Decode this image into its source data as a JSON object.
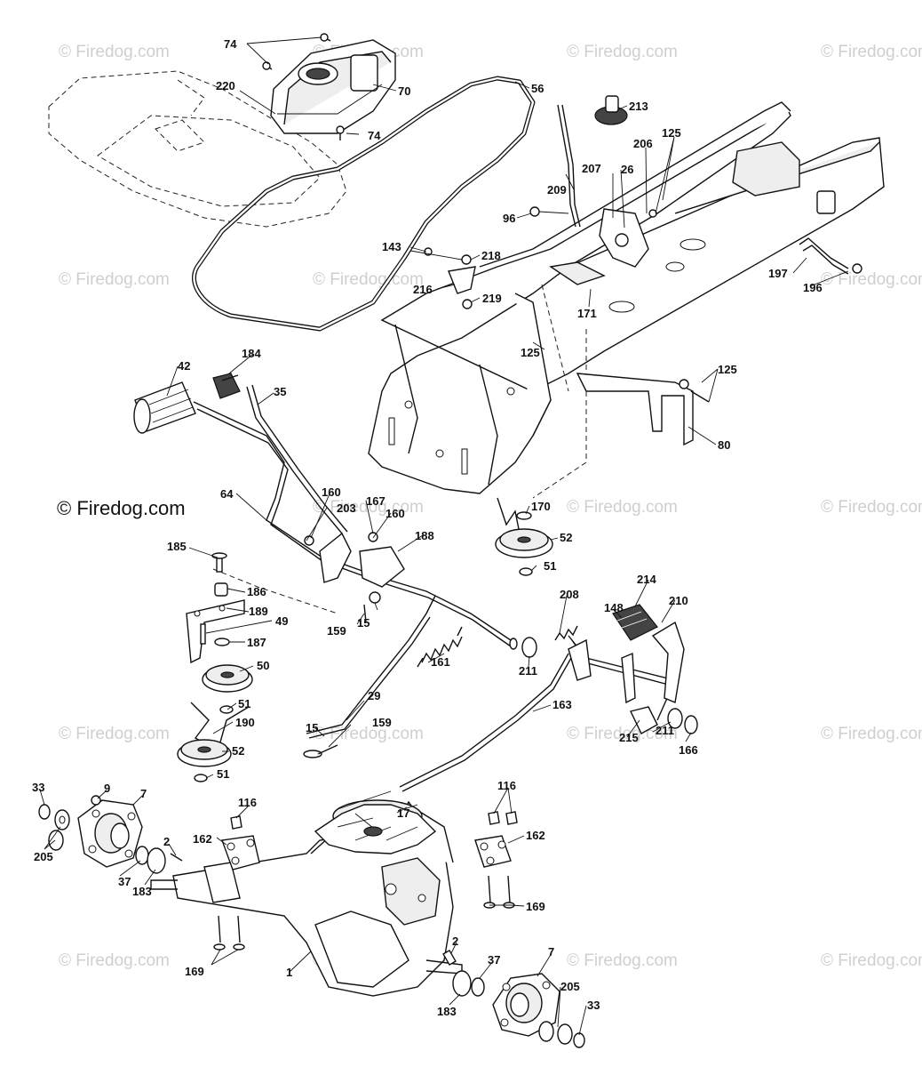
{
  "watermark": {
    "text": "© Firedog.com",
    "main_text": "© Firedog.com"
  },
  "callouts": [
    {
      "id": "74"
    },
    {
      "id": "74b",
      "text": "74"
    },
    {
      "id": "220"
    },
    {
      "id": "70"
    },
    {
      "id": "56"
    },
    {
      "id": "213"
    },
    {
      "id": "125"
    },
    {
      "id": "206"
    },
    {
      "id": "207"
    },
    {
      "id": "26"
    },
    {
      "id": "209"
    },
    {
      "id": "96"
    },
    {
      "id": "143"
    },
    {
      "id": "218"
    },
    {
      "id": "216"
    },
    {
      "id": "219"
    },
    {
      "id": "171"
    },
    {
      "id": "197"
    },
    {
      "id": "196"
    },
    {
      "id": "125b",
      "text": "125"
    },
    {
      "id": "125c",
      "text": "125"
    },
    {
      "id": "80"
    },
    {
      "id": "42"
    },
    {
      "id": "184"
    },
    {
      "id": "35"
    },
    {
      "id": "64"
    },
    {
      "id": "160"
    },
    {
      "id": "203"
    },
    {
      "id": "167"
    },
    {
      "id": "160b",
      "text": "160"
    },
    {
      "id": "188"
    },
    {
      "id": "170"
    },
    {
      "id": "52"
    },
    {
      "id": "51"
    },
    {
      "id": "185"
    },
    {
      "id": "186"
    },
    {
      "id": "189"
    },
    {
      "id": "49"
    },
    {
      "id": "187"
    },
    {
      "id": "50"
    },
    {
      "id": "159"
    },
    {
      "id": "15"
    },
    {
      "id": "161"
    },
    {
      "id": "208"
    },
    {
      "id": "214"
    },
    {
      "id": "148"
    },
    {
      "id": "210"
    },
    {
      "id": "211"
    },
    {
      "id": "51b",
      "text": "51"
    },
    {
      "id": "190"
    },
    {
      "id": "29"
    },
    {
      "id": "163"
    },
    {
      "id": "15b",
      "text": "15"
    },
    {
      "id": "159b",
      "text": "159"
    },
    {
      "id": "52b",
      "text": "52"
    },
    {
      "id": "51c",
      "text": "51"
    },
    {
      "id": "215"
    },
    {
      "id": "211b",
      "text": "211"
    },
    {
      "id": "166"
    },
    {
      "id": "33"
    },
    {
      "id": "9"
    },
    {
      "id": "7"
    },
    {
      "id": "116"
    },
    {
      "id": "17"
    },
    {
      "id": "116b",
      "text": "116"
    },
    {
      "id": "205"
    },
    {
      "id": "2"
    },
    {
      "id": "162"
    },
    {
      "id": "162b",
      "text": "162"
    },
    {
      "id": "37"
    },
    {
      "id": "183"
    },
    {
      "id": "169"
    },
    {
      "id": "169b",
      "text": "169"
    },
    {
      "id": "1"
    },
    {
      "id": "2b",
      "text": "2"
    },
    {
      "id": "37b",
      "text": "37"
    },
    {
      "id": "7b",
      "text": "7"
    },
    {
      "id": "183b",
      "text": "183"
    },
    {
      "id": "205b",
      "text": "205"
    },
    {
      "id": "33b",
      "text": "33"
    }
  ]
}
